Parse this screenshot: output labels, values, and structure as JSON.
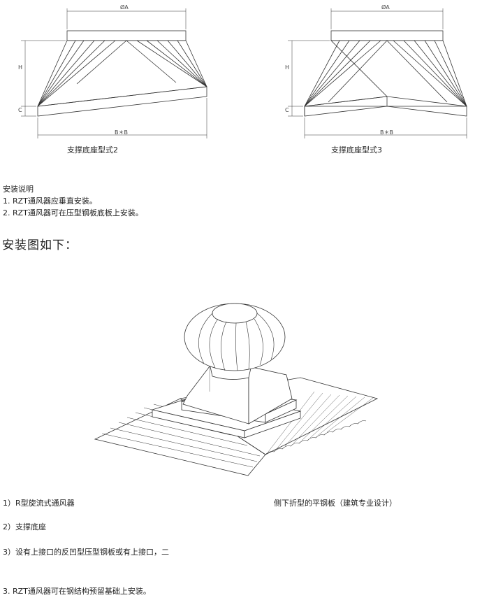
{
  "diagrams": {
    "left": {
      "caption": "支撑底座型式2",
      "label_diameter": "ØA",
      "label_height": "H",
      "label_c": "C",
      "label_width": "B＊B"
    },
    "right": {
      "caption": "支撑底座型式3",
      "label_diameter": "ØA",
      "label_height": "H",
      "label_c": "C",
      "label_width": "B＊B"
    }
  },
  "notes": {
    "heading": "安装说明",
    "items": [
      "1. RZT通风器应垂直安装。",
      "2. RZT通风器可在压型钢板底板上安装。"
    ]
  },
  "install_title": "安装图如下：",
  "legend": {
    "item1": "1）R型旋流式通风器",
    "item_right": "侧下折型的平钢板（建筑专业设计）",
    "item2": "2）支撑底座",
    "item3": "3）设有上接口的反凹型压型钢板或有上接口，二"
  },
  "footer_note": "3. RZT通风器可在钢结构预留基础上安装。"
}
